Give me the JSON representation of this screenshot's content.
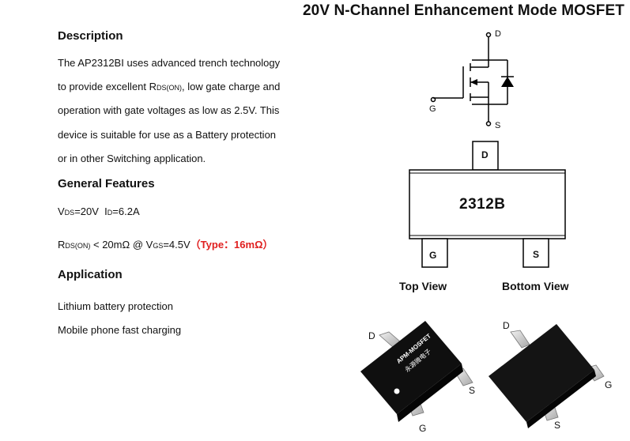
{
  "title": "20V N-Channel Enhancement Mode MOSFET",
  "description": {
    "heading": "Description",
    "line1": "The AP2312BI uses advanced trench technology",
    "line2_pre": "to provide excellent R",
    "line2_sub": "DS(ON)",
    "line2_post": ", low gate charge and",
    "line3": "operation with gate voltages as low as 2.5V. This",
    "line4": "device is suitable for use as a Battery protection",
    "line5": "or in other Switching application."
  },
  "features": {
    "heading": "General Features",
    "vds_pre": "V",
    "vds_sub": "DS",
    "vds_post": "=20V",
    "id_pre": "I",
    "id_sub": "D",
    "id_post": "=6.2A",
    "rds_pre": "R",
    "rds_sub": "DS(ON)",
    "rds_mid": " < 20mΩ @ V",
    "vgs_sub": "GS",
    "rds_post": "=4.5V",
    "typ": "（Type：16mΩ）"
  },
  "application": {
    "heading": "Application",
    "item1": "Lithium battery protection",
    "item2": "Mobile phone fast charging"
  },
  "schematic": {
    "d": "D",
    "g": "G",
    "s": "S"
  },
  "package": {
    "marking": "2312B",
    "pin_d": "D",
    "pin_g": "G",
    "pin_s": "S",
    "top_view": "Top View",
    "bottom_view": "Bottom View"
  },
  "photo": {
    "brand": "APM-MOSFET",
    "brand_cn": "永源微电子",
    "left_d": "D",
    "left_g": "G",
    "left_s": "S",
    "right_d": "D",
    "right_g": "G",
    "right_s": "S"
  }
}
